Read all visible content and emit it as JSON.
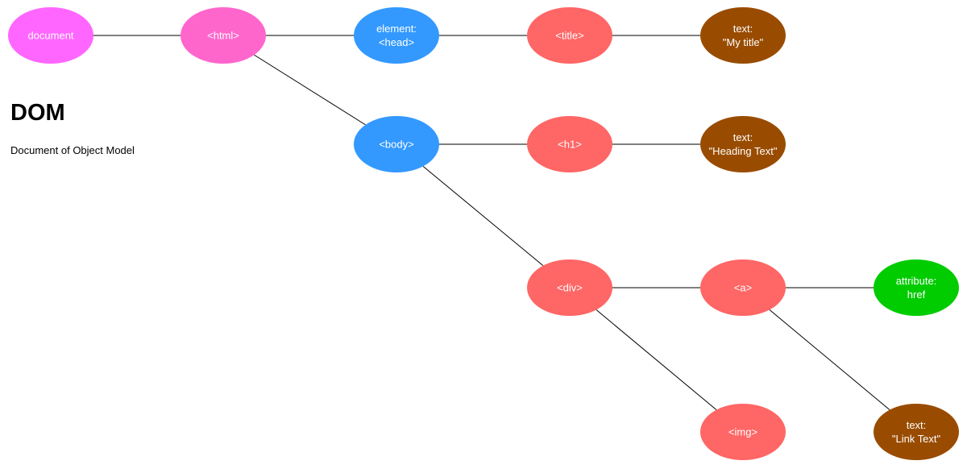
{
  "title": "DOM",
  "subtitle": "Document of Object Model",
  "colors": {
    "document": "#ff66ff",
    "root": "#ff66cc",
    "element": "#3399ff",
    "tag": "#ff6666",
    "text": "#994c00",
    "attribute": "#00cc00",
    "edge": "#000000"
  },
  "nodes": [
    {
      "id": "document",
      "lines": [
        "document"
      ],
      "kind": "document"
    },
    {
      "id": "html",
      "lines": [
        "<html>"
      ],
      "kind": "root"
    },
    {
      "id": "head",
      "lines": [
        "element:",
        "<head>"
      ],
      "kind": "element"
    },
    {
      "id": "title",
      "lines": [
        "<title>"
      ],
      "kind": "tag"
    },
    {
      "id": "text-title",
      "lines": [
        "text:",
        "\"My title\""
      ],
      "kind": "text"
    },
    {
      "id": "body",
      "lines": [
        "<body>"
      ],
      "kind": "element"
    },
    {
      "id": "h1",
      "lines": [
        "<h1>"
      ],
      "kind": "tag"
    },
    {
      "id": "text-heading",
      "lines": [
        "text:",
        "\"Heading Text\""
      ],
      "kind": "text"
    },
    {
      "id": "div",
      "lines": [
        "<div>"
      ],
      "kind": "tag"
    },
    {
      "id": "a",
      "lines": [
        "<a>"
      ],
      "kind": "tag"
    },
    {
      "id": "attr-href",
      "lines": [
        "attribute:",
        "href"
      ],
      "kind": "attribute"
    },
    {
      "id": "img",
      "lines": [
        "<img>"
      ],
      "kind": "tag"
    },
    {
      "id": "text-link",
      "lines": [
        "text:",
        "\"Link Text\""
      ],
      "kind": "text"
    }
  ],
  "edges": [
    [
      "document",
      "html"
    ],
    [
      "html",
      "head"
    ],
    [
      "html",
      "body"
    ],
    [
      "head",
      "title"
    ],
    [
      "title",
      "text-title"
    ],
    [
      "body",
      "h1"
    ],
    [
      "h1",
      "text-heading"
    ],
    [
      "body",
      "div"
    ],
    [
      "div",
      "a"
    ],
    [
      "div",
      "img"
    ],
    [
      "a",
      "attr-href"
    ],
    [
      "a",
      "text-link"
    ]
  ]
}
